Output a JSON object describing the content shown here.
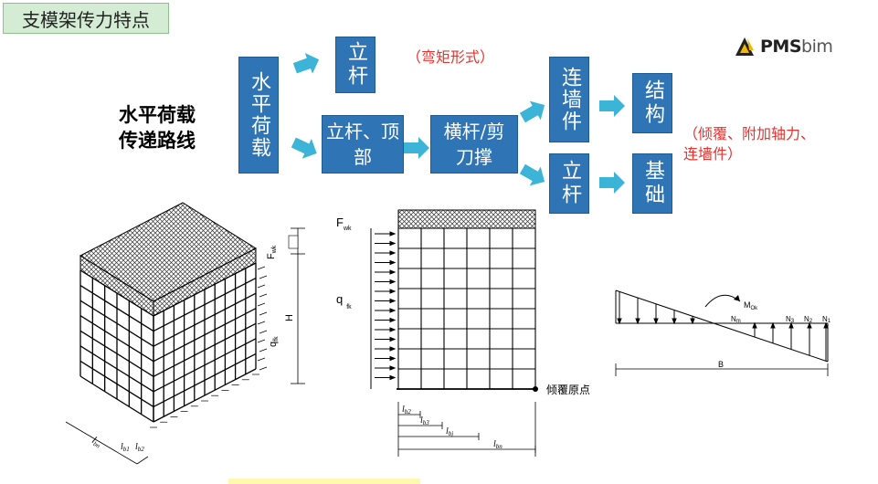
{
  "header": {
    "title": "支模架传力特点"
  },
  "logo": {
    "brand_bold": "PMS",
    "brand_light": "bim"
  },
  "side_label": {
    "line1": "水平荷载",
    "line2": "传递路线"
  },
  "flow": {
    "horizontal_load": "水平荷载",
    "pole_top": "立杆",
    "pole_head": "立杆、顶部",
    "crossbar_brace": "横杆/剪刀撑",
    "wall_tie": "连墙件",
    "structure": "结构",
    "pole_bottom": "立杆",
    "foundation": "基础",
    "colors": {
      "box": "#2f74b5",
      "arrow": "#3bb4d8",
      "note": "#e8322e"
    }
  },
  "notes": {
    "moment_form": "（弯矩形式）",
    "overturn_line1": "（倾覆、附加轴力、",
    "overturn_line2": "连墙件）"
  },
  "diagram_left": {
    "force_label": "F",
    "force_sub": "wk",
    "height_label": "H",
    "distributed_label": "q",
    "distributed_sub": "fk",
    "dim_bn": "l",
    "dim_bn_sub": "bn",
    "dim_b1": "l",
    "dim_b1_sub": "b1",
    "dim_b2": "l",
    "dim_b2_sub": "b2"
  },
  "diagram_mid": {
    "force_label": "F",
    "force_sub": "wk",
    "q_label": "q",
    "q_sub": "fk",
    "overturn_point": "倾覆原点",
    "dims": [
      {
        "label": "l",
        "sub": "b2"
      },
      {
        "label": "l",
        "sub": "b3"
      },
      {
        "label": "l",
        "sub": "bj"
      },
      {
        "label": "l",
        "sub": "bn"
      }
    ]
  },
  "diagram_right": {
    "moment_label": "M",
    "moment_sub": "Ok",
    "n_labels": [
      {
        "label": "N",
        "sub": "m"
      },
      {
        "label": "N",
        "sub": "3"
      },
      {
        "label": "N",
        "sub": "2"
      },
      {
        "label": "N",
        "sub": "1"
      }
    ],
    "width_label": "B"
  }
}
